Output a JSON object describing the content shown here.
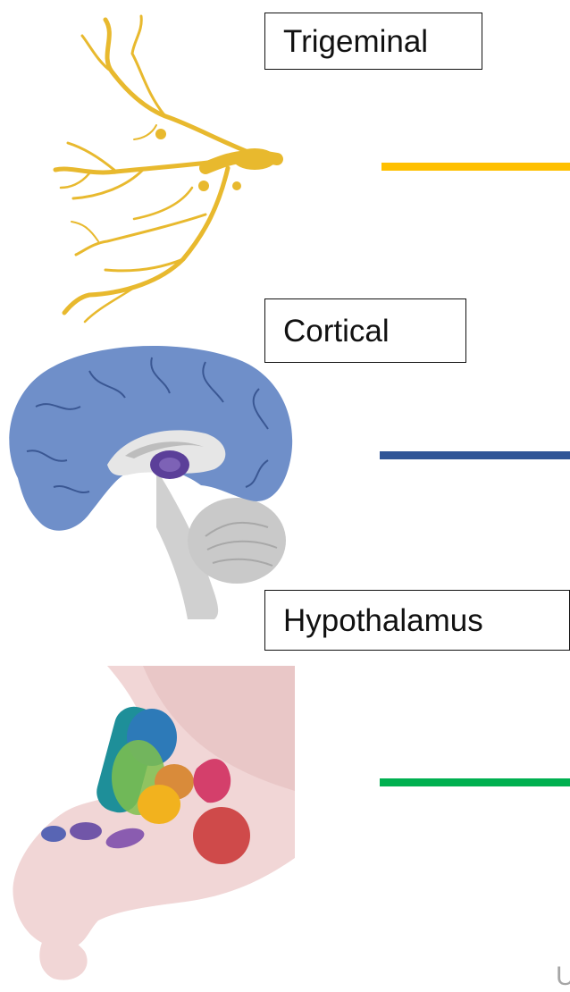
{
  "labels": {
    "trigeminal": "Trigeminal",
    "cortical": "Cortical",
    "hypothalamus": "Hypothalamus"
  },
  "corner_text": "U",
  "colors": {
    "trigeminal_line": "#ffc000",
    "cortical_line": "#2f5597",
    "hypothalamus_line": "#00b050",
    "nerve": "#e8b92e",
    "brain": "#6f8fc9",
    "hypothalamus_bg": "#f3dcdc"
  },
  "illustrations": [
    "trigeminal-nerve",
    "brain-sagittal",
    "hypothalamus-nuclei"
  ]
}
